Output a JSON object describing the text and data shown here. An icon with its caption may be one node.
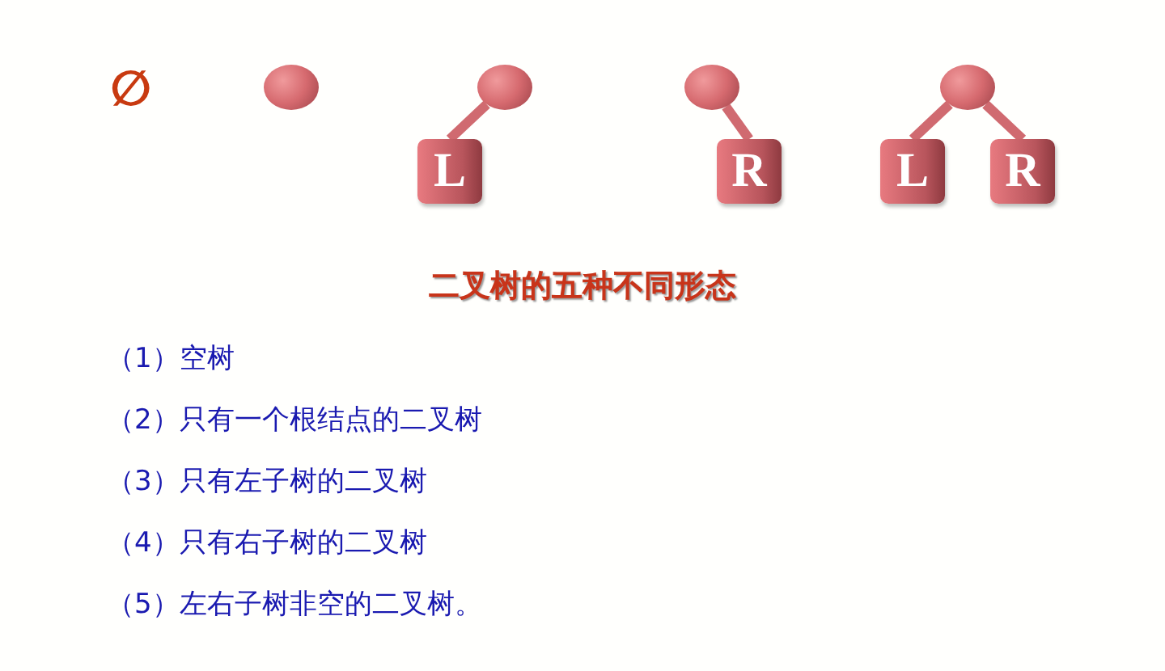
{
  "diagram": {
    "title": "二叉树的五种不同形态",
    "nodes": [
      {
        "text": [],
        "shape": "circle"
      },
      {
        "text": [],
        "shape": "circle"
      },
      {
        "text": [
          "L"
        ]
      },
      {
        "text": [],
        "shape": "circle"
      },
      {
        "text": [
          "R"
        ]
      },
      {
        "text": [],
        "shape": "circle"
      },
      {
        "text": [
          "L"
        ]
      },
      {
        "text": [
          "R"
        ]
      }
    ],
    "edges": [
      {
        "from": 1,
        "to": 2,
        "arrow": "none"
      },
      {
        "from": 3,
        "to": 4,
        "arrow": "none"
      },
      {
        "from": 5,
        "to": 6,
        "arrow": "none"
      },
      {
        "from": 5,
        "to": 7,
        "arrow": "none"
      }
    ],
    "labels": [
      "∅",
      "（1）空树",
      "（2）只有一个根结点的二叉树",
      "（3）只有左子树的二叉树",
      "（4）只有右子树的二叉树",
      "（5）左右子树非空的二叉树。"
    ]
  }
}
